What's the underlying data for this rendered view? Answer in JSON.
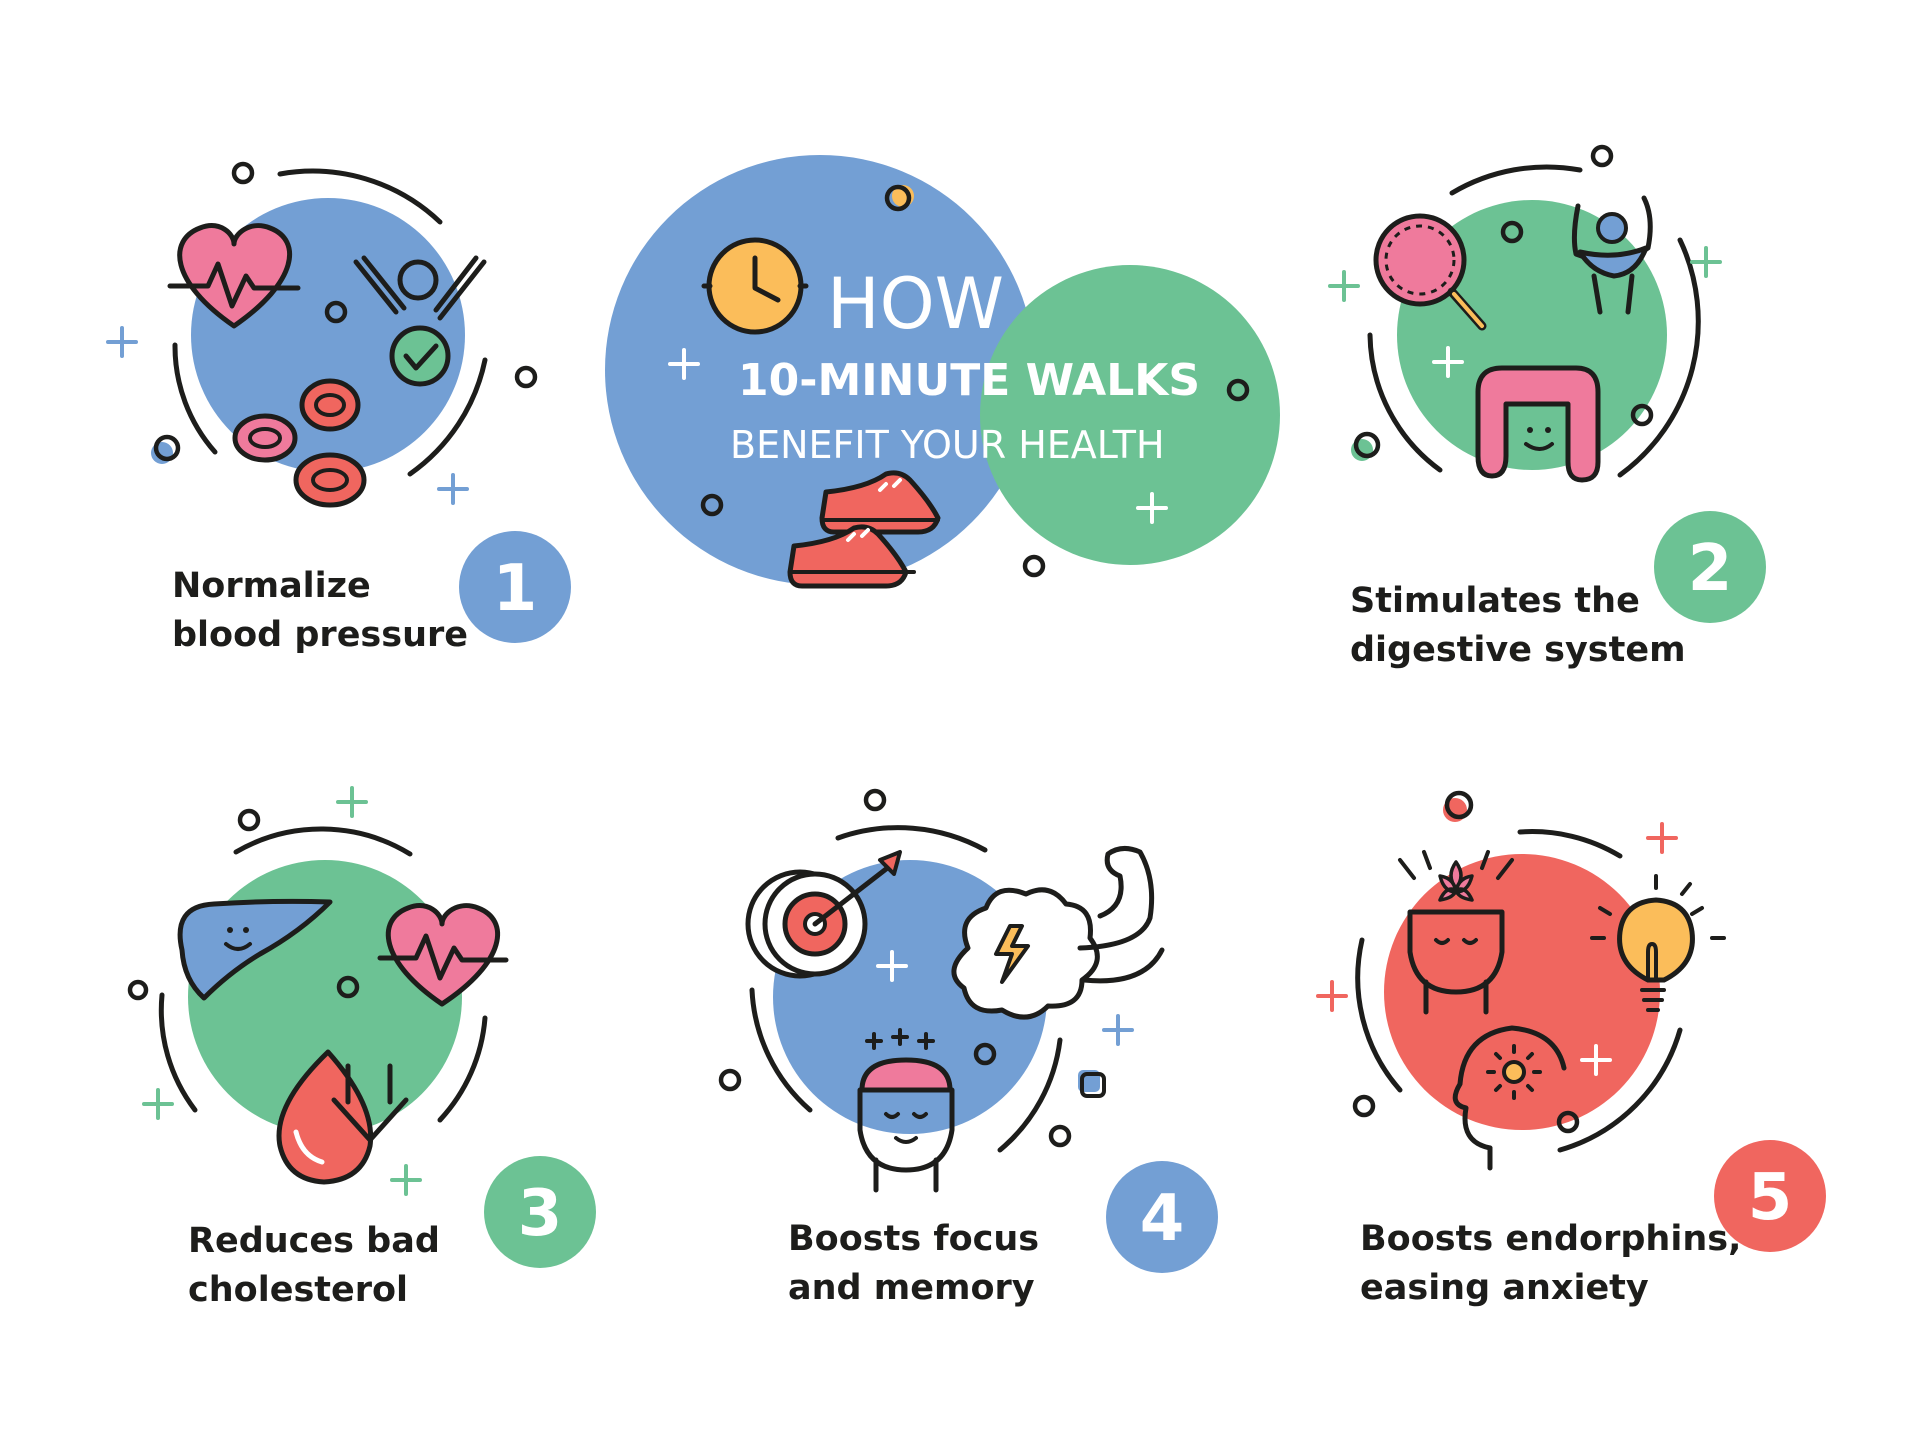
{
  "title": {
    "line1": "HOW",
    "line2": "10-MINUTE WALKS",
    "line3": "BENEFIT YOUR HEALTH"
  },
  "colors": {
    "blue": "#739fd4",
    "green": "#6cc294",
    "red": "#f0665f",
    "pink": "#ef7a9c",
    "yellow": "#fbbd5a",
    "outline": "#1d1d1b"
  },
  "benefits": [
    {
      "number": "1",
      "line1": "Normalize",
      "line2": "blood pressure",
      "color": "blue",
      "icons": [
        "heart-rate-icon",
        "cheering-person-icon",
        "check-icon",
        "blood-cells-icon"
      ]
    },
    {
      "number": "2",
      "line1": "Stimulates the",
      "line2": "digestive system",
      "color": "green",
      "icons": [
        "magnifier-icon",
        "stomach-icon",
        "intestine-icon"
      ]
    },
    {
      "number": "3",
      "line1": "Reduces bad",
      "line2": "cholesterol",
      "color": "green",
      "icons": [
        "liver-icon",
        "heart-rate-icon",
        "blood-drop-icon",
        "down-arrow-icon"
      ]
    },
    {
      "number": "4",
      "line1": "Boosts focus",
      "line2": "and memory",
      "color": "blue",
      "icons": [
        "target-icon",
        "strong-brain-icon",
        "head-brain-icon"
      ]
    },
    {
      "number": "5",
      "line1": "Boosts endorphins,",
      "line2": "easing anxiety",
      "color": "red",
      "icons": [
        "calm-head-icon",
        "lightbulb-icon",
        "sun-head-icon"
      ]
    }
  ]
}
